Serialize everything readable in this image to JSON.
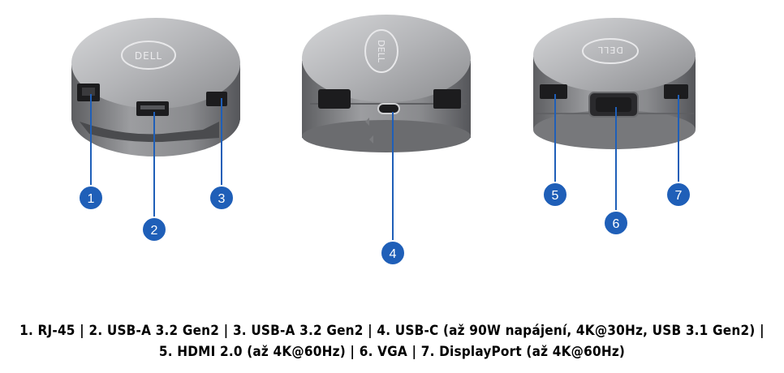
{
  "devices": [
    {
      "name": "left-view",
      "logo": "DELL"
    },
    {
      "name": "center-view",
      "logo": "DELL"
    },
    {
      "name": "right-view",
      "logo": "DELL"
    }
  ],
  "callouts": [
    {
      "number": "1",
      "port": "RJ-45"
    },
    {
      "number": "2",
      "port": "USB-A 3.2 Gen2"
    },
    {
      "number": "3",
      "port": "USB-A 3.2 Gen2"
    },
    {
      "number": "4",
      "port": "USB-C"
    },
    {
      "number": "5",
      "port": "HDMI 2.0"
    },
    {
      "number": "6",
      "port": "VGA"
    },
    {
      "number": "7",
      "port": "DisplayPort"
    }
  ],
  "caption": {
    "line1": "1. RJ-45 | 2. USB-A 3.2 Gen2 | 3. USB-A 3.2 Gen2 | 4. USB-C (až 90W napájení, 4K@30Hz, USB 3.1 Gen2) |",
    "line2": "5. HDMI 2.0 (až 4K@60Hz) | 6. VGA | 7. DisplayPort (až 4K@60Hz)"
  },
  "colors": {
    "callout_fill": "#1f5fb8",
    "callout_stroke": "#ffffff",
    "leader_line": "#1f5fb8",
    "device_body": "#9a9b9d",
    "device_top": "#b9babc",
    "port_dark": "#1c1c1e"
  }
}
